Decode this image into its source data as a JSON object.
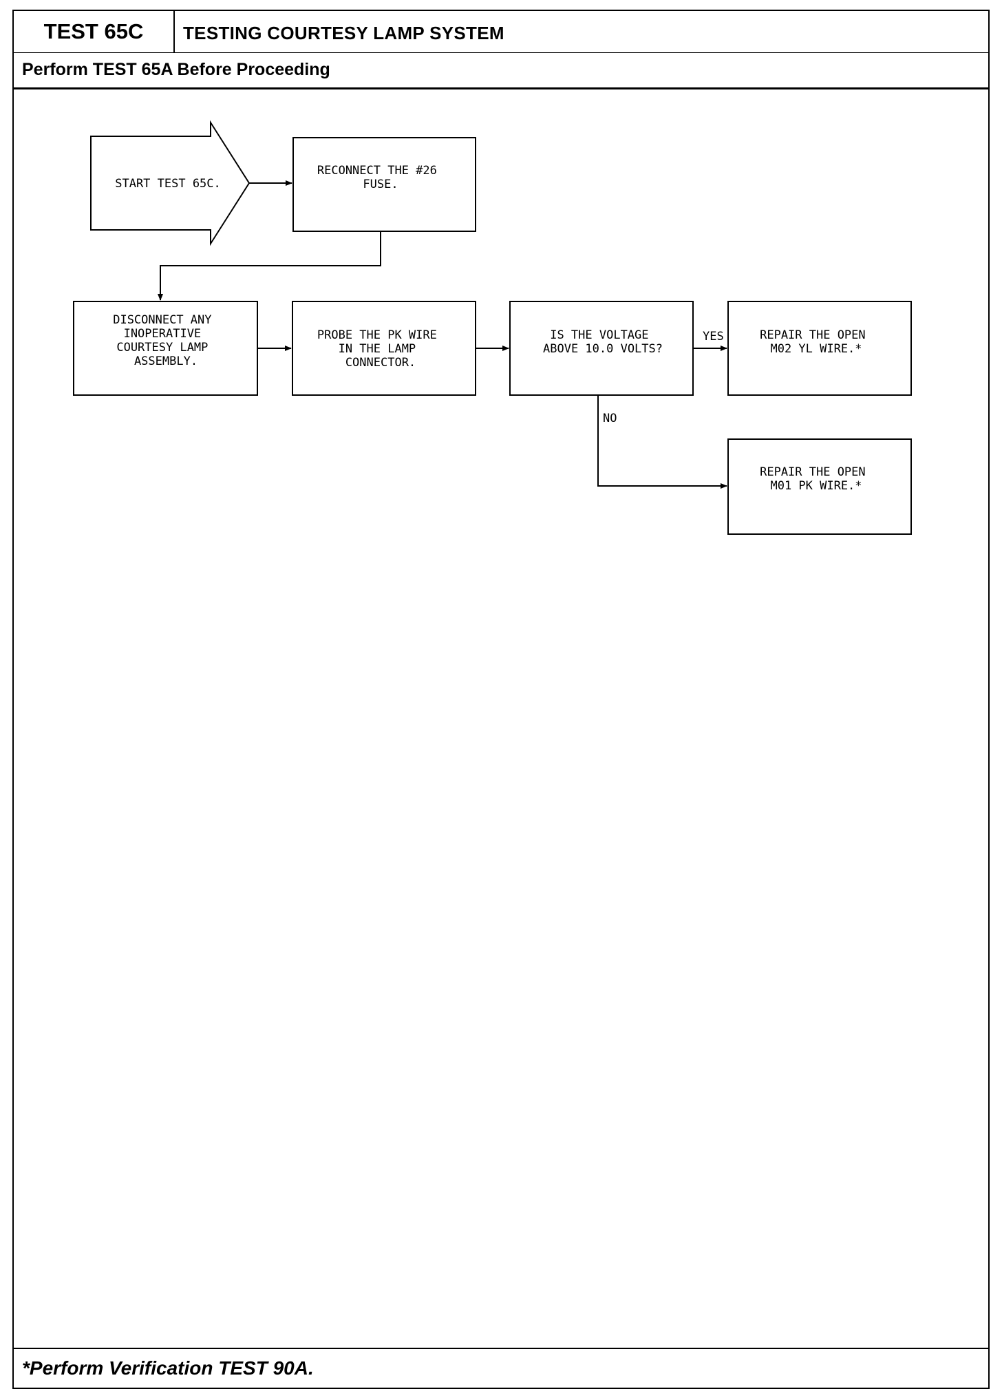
{
  "header": {
    "test_id": "TEST 65C",
    "title": "TESTING COURTESY LAMP SYSTEM",
    "prerequisite": "Perform TEST 65A Before Proceeding"
  },
  "flowchart": {
    "nodes": [
      {
        "id": "start",
        "shape": "arrow",
        "lines": [
          "START TEST 65C."
        ]
      },
      {
        "id": "reconnect",
        "shape": "box",
        "lines": [
          "RECONNECT THE #26",
          "FUSE."
        ]
      },
      {
        "id": "disconnect",
        "shape": "box",
        "lines": [
          "DISCONNECT ANY",
          "INOPERATIVE",
          "COURTESY LAMP",
          "ASSEMBLY."
        ]
      },
      {
        "id": "probe",
        "shape": "box",
        "lines": [
          "PROBE THE PK WIRE",
          "IN THE LAMP",
          "CONNECTOR."
        ]
      },
      {
        "id": "question",
        "shape": "box",
        "lines": [
          "IS THE VOLTAGE",
          "ABOVE 10.0 VOLTS?"
        ]
      },
      {
        "id": "repair_yl",
        "shape": "box",
        "lines": [
          "REPAIR THE OPEN",
          "M02 YL WIRE.*"
        ]
      },
      {
        "id": "repair_pk",
        "shape": "box",
        "lines": [
          "REPAIR THE OPEN",
          "M01 PK WIRE.*"
        ]
      }
    ],
    "edges": [
      {
        "from": "start",
        "to": "reconnect",
        "label": ""
      },
      {
        "from": "reconnect",
        "to": "disconnect",
        "label": ""
      },
      {
        "from": "disconnect",
        "to": "probe",
        "label": ""
      },
      {
        "from": "probe",
        "to": "question",
        "label": ""
      },
      {
        "from": "question",
        "to": "repair_yl",
        "label": "YES"
      },
      {
        "from": "question",
        "to": "repair_pk",
        "label": "NO"
      }
    ]
  },
  "footer": {
    "note": "*Perform Verification TEST 90A."
  }
}
